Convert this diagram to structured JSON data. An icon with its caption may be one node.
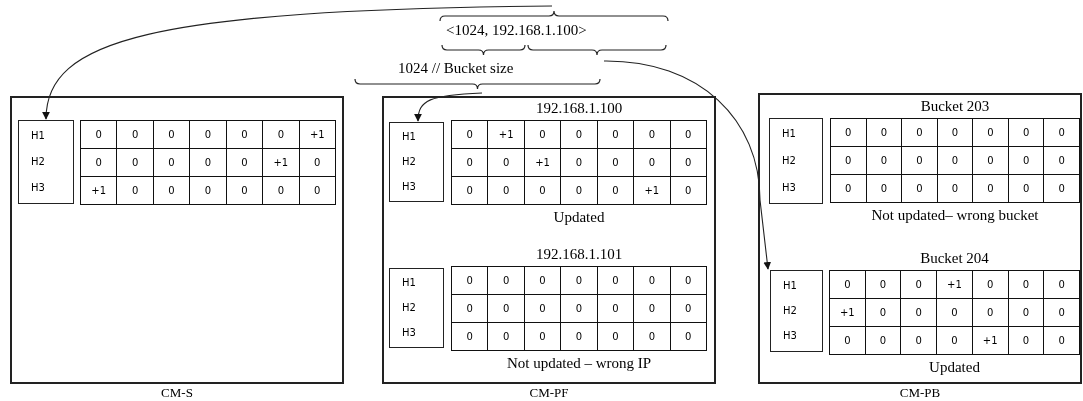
{
  "diagram": {
    "nodes": [
      {
        "text": [
          "<1024, 192.168.1.100>"
        ]
      },
      {
        "text": [
          "1024 // Bucket size"
        ]
      },
      {
        "text": [
          "CM-S"
        ]
      },
      {
        "text": [
          "H1",
          "H2",
          "H3"
        ],
        "in": 2
      },
      {
        "text": [
          "0",
          "0",
          "0",
          "0",
          "0",
          "0",
          "+1",
          "0",
          "0",
          "0",
          "0",
          "0",
          "+1",
          "0",
          "+1",
          "0",
          "0",
          "0",
          "0",
          "0",
          "0"
        ],
        "in": 2
      },
      {
        "text": [
          "CM-PF"
        ]
      },
      {
        "text": [
          "H1",
          "H2",
          "H3"
        ],
        "in": 5
      },
      {
        "text": [
          "192.168.1.100",
          "0",
          "+1",
          "0",
          "0",
          "0",
          "0",
          "0",
          "0",
          "0",
          "+1",
          "0",
          "0",
          "0",
          "0",
          "0",
          "0",
          "0",
          "0",
          "0",
          "+1",
          "0",
          "Updated"
        ],
        "in": 5
      },
      {
        "text": [
          "H1",
          "H2",
          "H3"
        ],
        "in": 5
      },
      {
        "text": [
          "192.168.1.101",
          "0",
          "0",
          "0",
          "0",
          "0",
          "0",
          "0",
          "0",
          "0",
          "0",
          "0",
          "0",
          "0",
          "0",
          "0",
          "0",
          "0",
          "0",
          "0",
          "0",
          "0",
          "Not updated – wrong IP"
        ],
        "in": 5
      },
      {
        "text": [
          "CM-PB"
        ]
      },
      {
        "text": [
          "H1",
          "H2",
          "H3"
        ],
        "in": 10
      },
      {
        "text": [
          "Bucket 203",
          "0",
          "0",
          "0",
          "0",
          "0",
          "0",
          "0",
          "0",
          "0",
          "0",
          "0",
          "0",
          "0",
          "0",
          "0",
          "0",
          "0",
          "0",
          "0",
          "0",
          "0",
          "Not updated– wrong bucket"
        ],
        "in": 10
      },
      {
        "text": [
          "H1",
          "H2",
          "H3"
        ],
        "in": 10
      },
      {
        "text": [
          "Bucket 204",
          "0",
          "0",
          "0",
          "+1",
          "0",
          "0",
          "0",
          "+1",
          "0",
          "0",
          "0",
          "0",
          "0",
          "0",
          "0",
          "0",
          "0",
          "0",
          "+1",
          "0",
          "0",
          "Updated"
        ],
        "in": 10
      }
    ],
    "edges": [
      {
        "from": 0,
        "to": 3,
        "arrow": "to"
      },
      {
        "from": 1,
        "to": 6,
        "arrow": "to"
      },
      {
        "from": 0,
        "to": 13,
        "arrow": "to"
      }
    ]
  }
}
